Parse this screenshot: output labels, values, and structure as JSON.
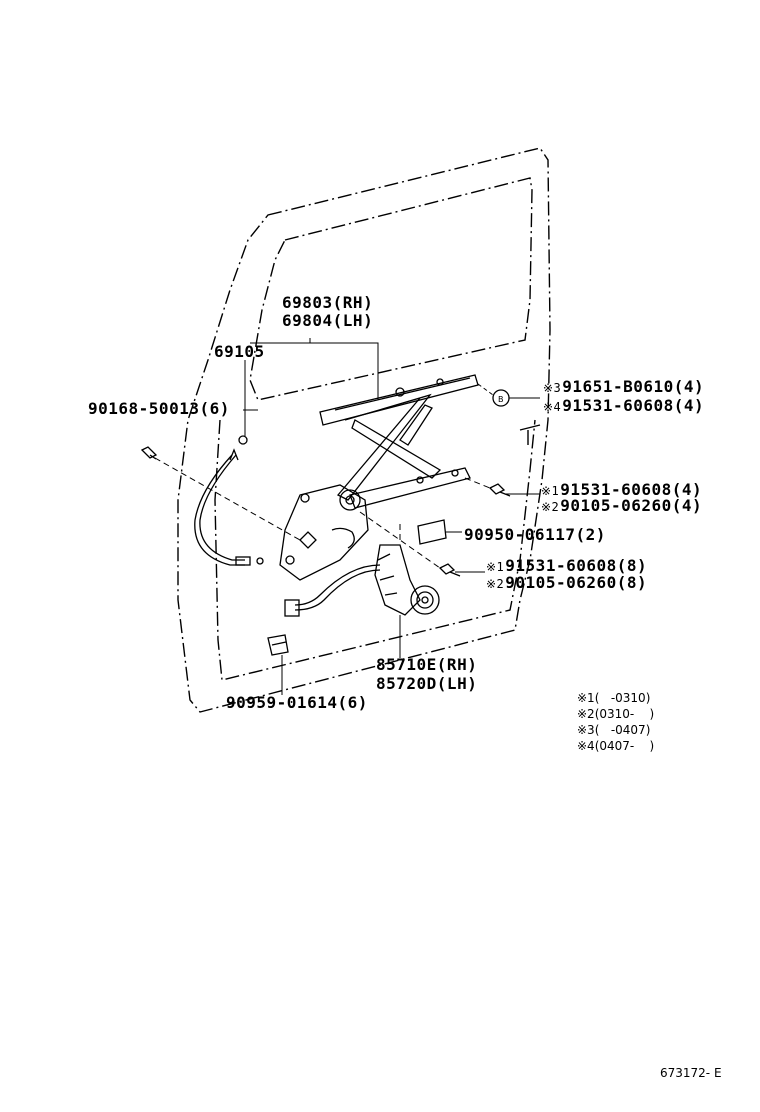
{
  "parts": {
    "regulator_rh": "69803(RH)",
    "regulator_lh": "69804(LH)",
    "cable": "69105",
    "bolt_left": "90168-50013(6)",
    "bolt_top_a": {
      "mark": "※3",
      "number": "91651-B0610(4)"
    },
    "bolt_top_b": {
      "mark": "※4",
      "number": "91531-60608(4)"
    },
    "bolt_mid_a": {
      "mark": "※1",
      "number": "91531-60608(4)"
    },
    "bolt_mid_b": {
      "mark": "※2",
      "number": "90105-06260(4)"
    },
    "pad": "90950-06117(2)",
    "bolt_low_a": {
      "mark": "※1",
      "number": "91531-60608(8)"
    },
    "bolt_low_b": {
      "mark": "※2",
      "number": "90105-06260(8)"
    },
    "motor_rh": "85710E(RH)",
    "motor_lh": "85720D(LH)",
    "clip": "90959-01614(6)"
  },
  "legend": [
    {
      "mark": "※1(",
      "range": "   -0310)"
    },
    {
      "mark": "※2(",
      "range": "0310-    )"
    },
    {
      "mark": "※3(",
      "range": "   -0407)"
    },
    {
      "mark": "※4(",
      "range": "0407-    )"
    }
  ],
  "reference_number": "673172- E"
}
